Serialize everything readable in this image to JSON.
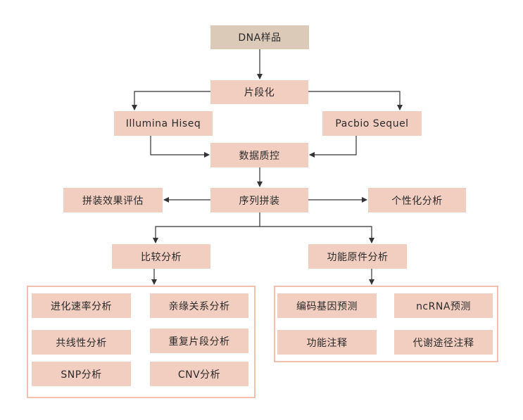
{
  "nodes": {
    "dna_sample": "DNA样品",
    "fragmentation": "片段化",
    "illumina": "Illumina Hiseq",
    "pacbio": "Pacbio Sequel",
    "quality_control": "数据质控",
    "assembly_eval": "拼装效果评估",
    "sequence_assembly": "序列拼装",
    "personalized_analysis": "个性化分析",
    "comparative_analysis": "比较分析",
    "functional_elements": "功能原件分析"
  },
  "comparative_items": {
    "evolution_rate": "进化速率分析",
    "kinship": "亲缘关系分析",
    "collinearity": "共线性分析",
    "repeat_fragment": "重复片段分析",
    "snp": "SNP分析",
    "cnv": "CNV分析"
  },
  "functional_items": {
    "gene_prediction": "编码基因预测",
    "ncrna_prediction": "ncRNA预测",
    "functional_annotation": "功能注释",
    "pathway_annotation": "代谢途径注释"
  },
  "colors": {
    "node_fill": "#f2cec0",
    "root_fill": "#dccab9",
    "group_border": "#f2c0ac",
    "edge": "#333333"
  }
}
